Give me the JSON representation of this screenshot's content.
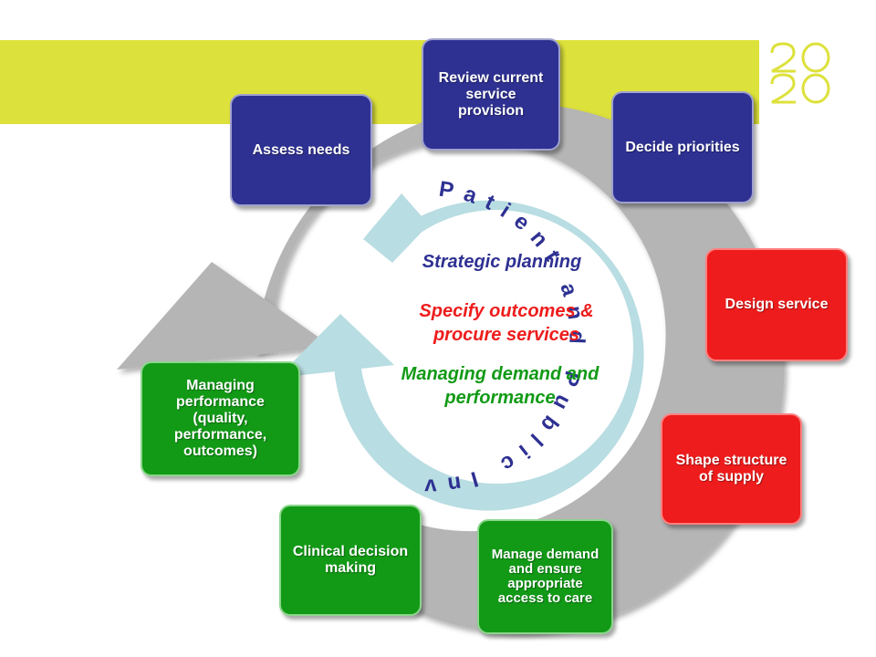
{
  "colors": {
    "band": "#dde13b",
    "plan": "#2e3192",
    "procure": "#ee1c1c",
    "manage": "#129a16",
    "outer_ring": "#b5b5b5",
    "inner_ring": "#b8dde2"
  },
  "ring_text": "Patient and Public Involvement",
  "steps": [
    {
      "label": "Review current service provision",
      "phase": "plan"
    },
    {
      "label": "Decide priorities",
      "phase": "plan"
    },
    {
      "label": "Design service",
      "phase": "procure"
    },
    {
      "label": "Shape structure of supply",
      "phase": "procure"
    },
    {
      "label": "Manage demand and ensure appropriate access to care",
      "phase": "manage"
    },
    {
      "label": "Clinical decision making",
      "phase": "manage"
    },
    {
      "label": "Managing performance (quality, performance, outcomes)",
      "phase": "manage"
    },
    {
      "label": "Assess needs",
      "phase": "plan"
    }
  ],
  "phases": [
    {
      "label": "Strategic planning"
    },
    {
      "label": "Specify outcomes & procure services"
    },
    {
      "label": "Managing demand and performance"
    }
  ],
  "logo": {
    "name": "2020-logo"
  }
}
